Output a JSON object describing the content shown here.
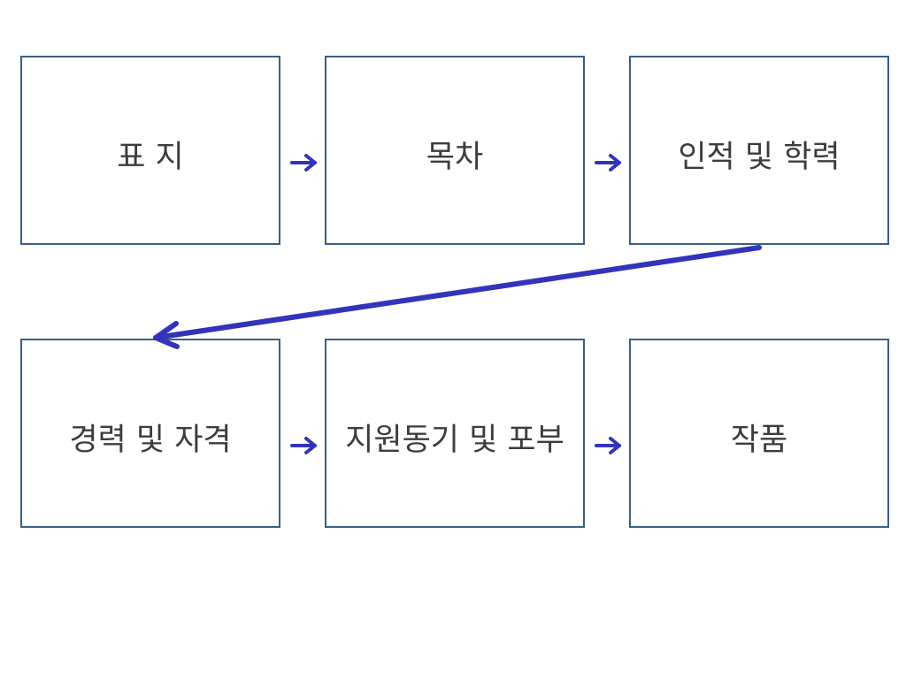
{
  "colors": {
    "box_border": "#3a5f85",
    "arrow": "#3333bb",
    "text": "#3c3c3c"
  },
  "steps": [
    "표 지",
    "목차",
    "인적 및 학력",
    "경력 및 자격",
    "지원동기 및 포부",
    "작품"
  ]
}
